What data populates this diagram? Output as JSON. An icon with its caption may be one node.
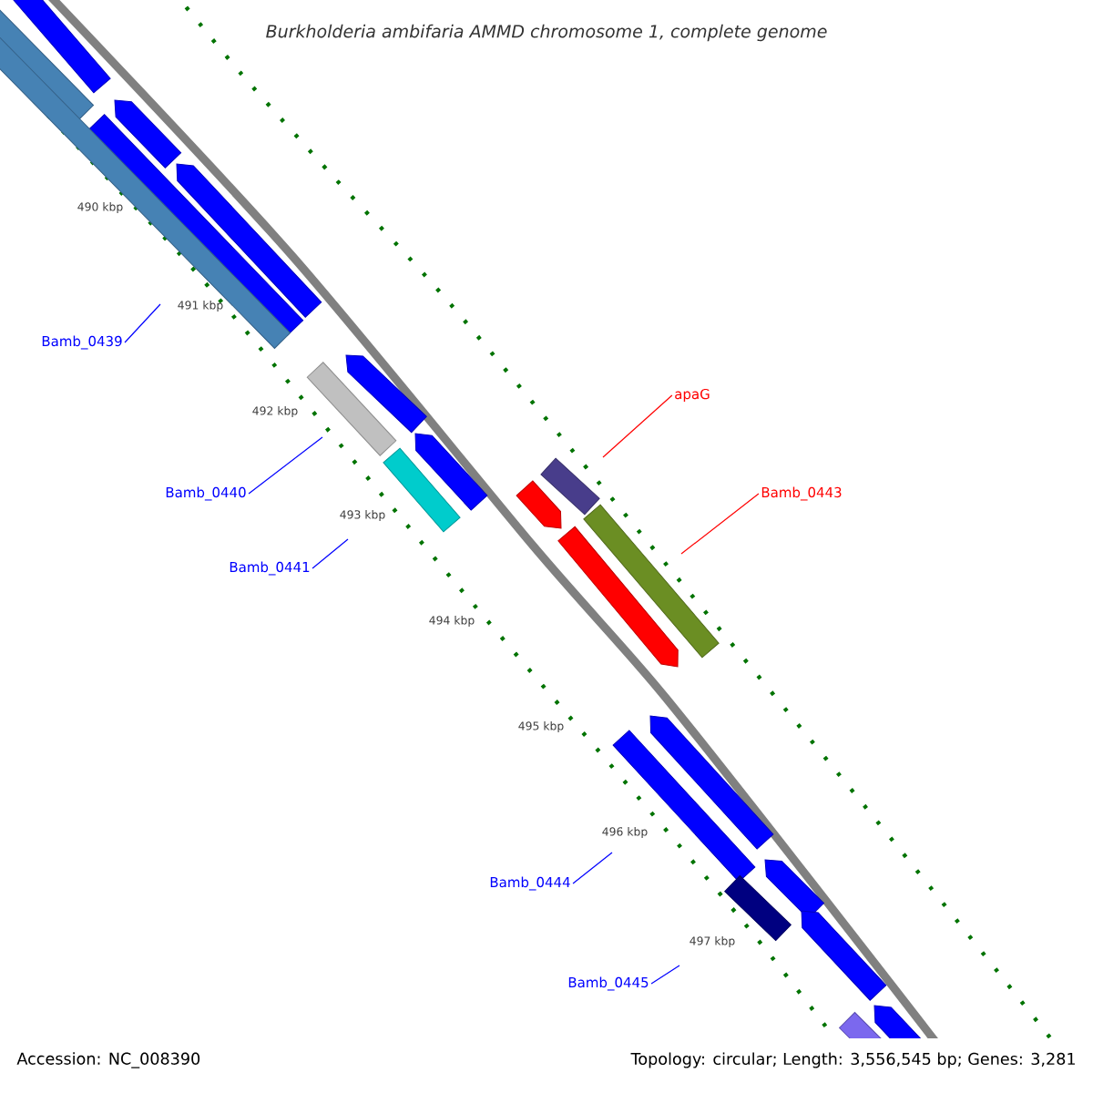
{
  "diagram": {
    "title": "Burkholderia ambifaria AMMD chromosome 1, complete genome",
    "nodes": [
      {
        "text": [
          "Bamb_0439"
        ]
      },
      {
        "text": [
          "Bamb_0440"
        ]
      },
      {
        "text": [
          "Bamb_0441"
        ]
      },
      {
        "text": [
          "apaG"
        ]
      },
      {
        "text": [
          "Bamb_0443"
        ]
      },
      {
        "text": [
          "Bamb_0444"
        ]
      },
      {
        "text": [
          "Bamb_0445"
        ]
      }
    ],
    "edges": [
      {
        "from": 0,
        "to": null,
        "arrow": "none"
      },
      {
        "from": 1,
        "to": null,
        "arrow": "none"
      },
      {
        "from": 2,
        "to": null,
        "arrow": "none"
      },
      {
        "from": 3,
        "to": null,
        "arrow": "none",
        "color": "#ff0000"
      },
      {
        "from": 4,
        "to": null,
        "arrow": "none",
        "color": "#ff0000"
      },
      {
        "from": 5,
        "to": null,
        "arrow": "none"
      },
      {
        "from": 6,
        "to": null,
        "arrow": "none"
      }
    ],
    "labels": [
      "490 kbp",
      "491 kbp",
      "492 kbp",
      "493 kbp",
      "494 kbp",
      "495 kbp",
      "496 kbp",
      "497 kbp",
      "Accession: NC_008390",
      "Topology: circular; Length: 3,556,545 bp; Genes: 3,281"
    ]
  }
}
